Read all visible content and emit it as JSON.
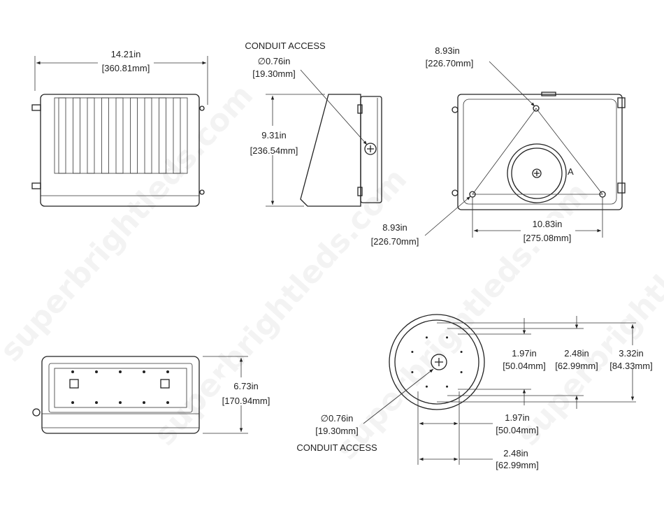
{
  "watermark": "superbrightleds.com",
  "front_view": {
    "width_in": "14.21in",
    "width_mm": "[360.81mm]"
  },
  "side_view": {
    "conduit_label": "CONDUIT ACCESS",
    "conduit_dia_in": "∅0.76in",
    "conduit_dia_mm": "[19.30mm]",
    "height_in": "9.31in",
    "height_mm": "[236.54mm]"
  },
  "back_view": {
    "top_spacing_in": "8.93in",
    "top_spacing_mm": "[226.70mm]",
    "left_spacing_in": "8.93in",
    "left_spacing_mm": "[226.70mm]",
    "bottom_spacing_in": "10.83in",
    "bottom_spacing_mm": "[275.08mm]",
    "section_label": "A"
  },
  "bottom_view": {
    "depth_in": "6.73in",
    "depth_mm": "[170.94mm]"
  },
  "junction_detail": {
    "v1_in": "1.97in",
    "v1_mm": "[50.04mm]",
    "v2_in": "2.48in",
    "v2_mm": "[62.99mm]",
    "v3_in": "3.32in",
    "v3_mm": "[84.33mm]",
    "h1_in": "1.97in",
    "h1_mm": "[50.04mm]",
    "h2_in": "2.48in",
    "h2_mm": "[62.99mm]",
    "conduit_dia_in": "∅0.76in",
    "conduit_dia_mm": "[19.30mm]",
    "conduit_label": "CONDUIT ACCESS"
  }
}
